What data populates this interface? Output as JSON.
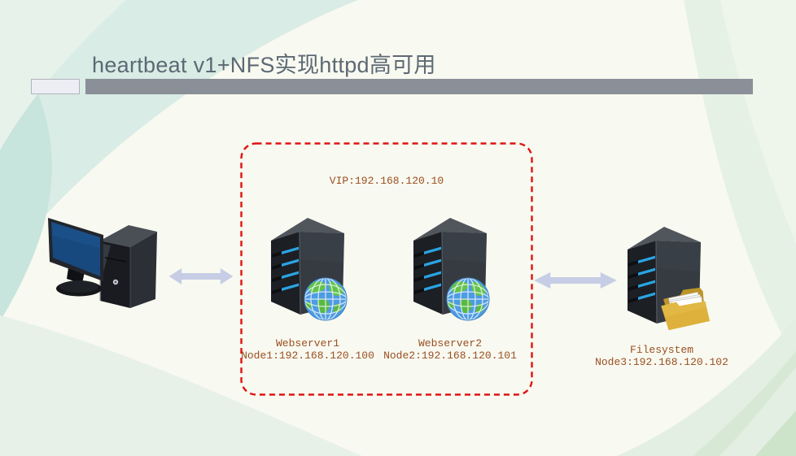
{
  "slide": {
    "title": "heartbeat v1+NFS实现httpd高可用"
  },
  "cluster": {
    "vip_label": "VIP:192.168.120.10",
    "nodes": [
      {
        "name": "Webserver1",
        "address": "Node1:192.168.120.100",
        "icon": "server-tower-globe-icon"
      },
      {
        "name": "Webserver2",
        "address": "Node2:192.168.120.101",
        "icon": "server-tower-globe-icon"
      }
    ]
  },
  "storage": {
    "name": "Filesystem",
    "address": "Node3:192.168.120.102",
    "icon": "server-tower-folder-icon"
  },
  "client": {
    "icon": "desktop-computer-icon"
  },
  "links": [
    {
      "from": "client",
      "to": "cluster",
      "icon": "double-arrow-icon"
    },
    {
      "from": "cluster",
      "to": "storage",
      "icon": "double-arrow-icon"
    }
  ],
  "colors": {
    "cluster_border": "#e01212",
    "label_text": "#9a4f21",
    "arrow_fill": "#c6cde5",
    "title_text": "#5d6974",
    "title_bar": "#8b8f97",
    "server_slot_blue": "#2ba3e2",
    "folder_gold": "#ddb13c",
    "monitor_screen_blue": "#17497f"
  }
}
